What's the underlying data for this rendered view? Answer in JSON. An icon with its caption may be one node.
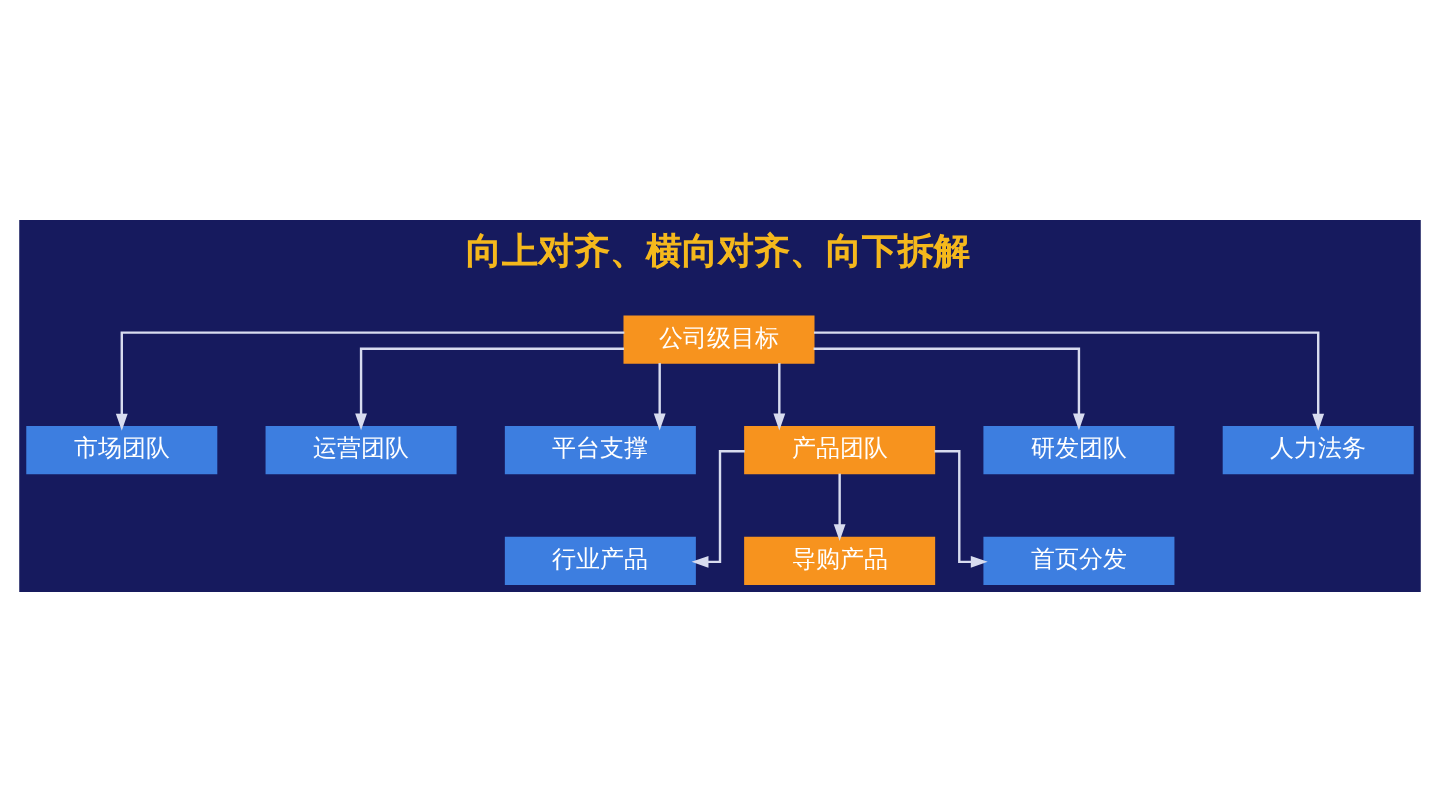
{
  "diagram": {
    "title": "向上对齐、横向对齐、向下拆解",
    "nodes": [
      {
        "text": [
          "公司级目标"
        ]
      },
      {
        "text": [
          "市场团队"
        ]
      },
      {
        "text": [
          "运营团队"
        ]
      },
      {
        "text": [
          "平台支撑"
        ]
      },
      {
        "text": [
          "产品团队"
        ]
      },
      {
        "text": [
          "研发团队"
        ]
      },
      {
        "text": [
          "人力法务"
        ]
      },
      {
        "text": [
          "行业产品"
        ]
      },
      {
        "text": [
          "导购产品"
        ]
      },
      {
        "text": [
          "首页分发"
        ]
      }
    ],
    "edges": [
      {
        "from": 0,
        "to": 1,
        "arrow": "to"
      },
      {
        "from": 0,
        "to": 2,
        "arrow": "to"
      },
      {
        "from": 0,
        "to": 3,
        "arrow": "to"
      },
      {
        "from": 0,
        "to": 4,
        "arrow": "to"
      },
      {
        "from": 0,
        "to": 5,
        "arrow": "to"
      },
      {
        "from": 0,
        "to": 6,
        "arrow": "to"
      },
      {
        "from": 4,
        "to": 7,
        "arrow": "to"
      },
      {
        "from": 4,
        "to": 8,
        "arrow": "to"
      },
      {
        "from": 4,
        "to": 9,
        "arrow": "to"
      }
    ]
  }
}
